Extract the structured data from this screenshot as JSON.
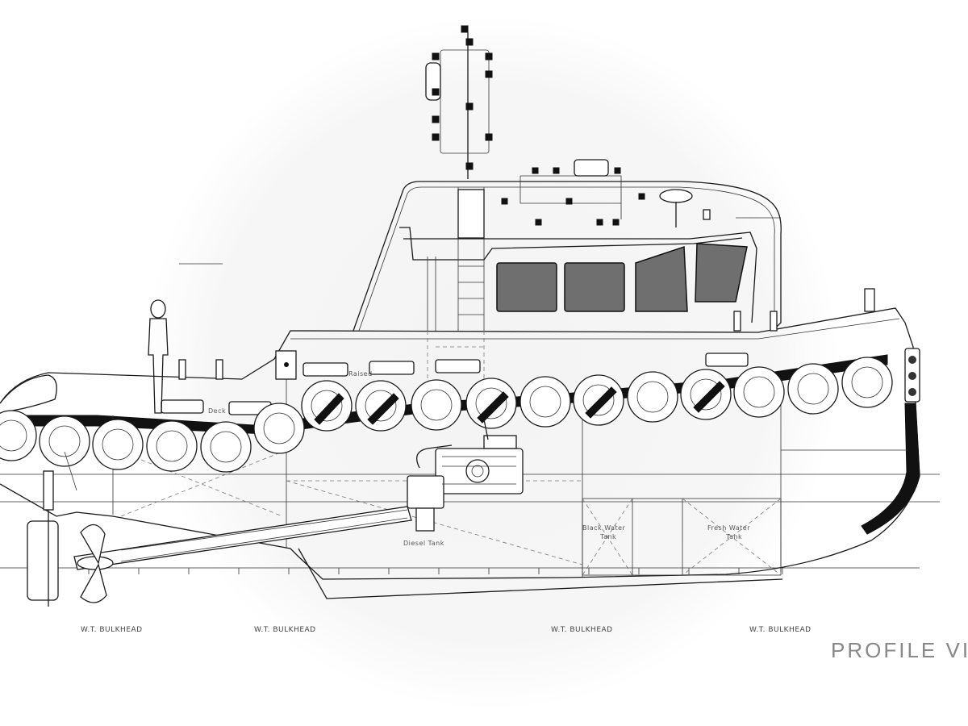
{
  "labels": {
    "bulkheads": [
      "W.T. BULKHEAD",
      "W.T. BULKHEAD",
      "W.T. BULKHEAD",
      "W.T. BULKHEAD"
    ],
    "diesel_tank": "Diesel Tank",
    "black_water_tank_line1": "Black Water",
    "black_water_tank_line2": "Tank",
    "fresh_water_tank_line1": "Fresh Water",
    "fresh_water_tank_line2": "Tank",
    "deck_label": "Deck",
    "raised_label": "Raised",
    "view_title": "PROFILE VIE"
  },
  "colors": {
    "line": "#1a1a1a",
    "window_glass": "#6f6f6f",
    "background_glow": "#f4f4f4"
  }
}
